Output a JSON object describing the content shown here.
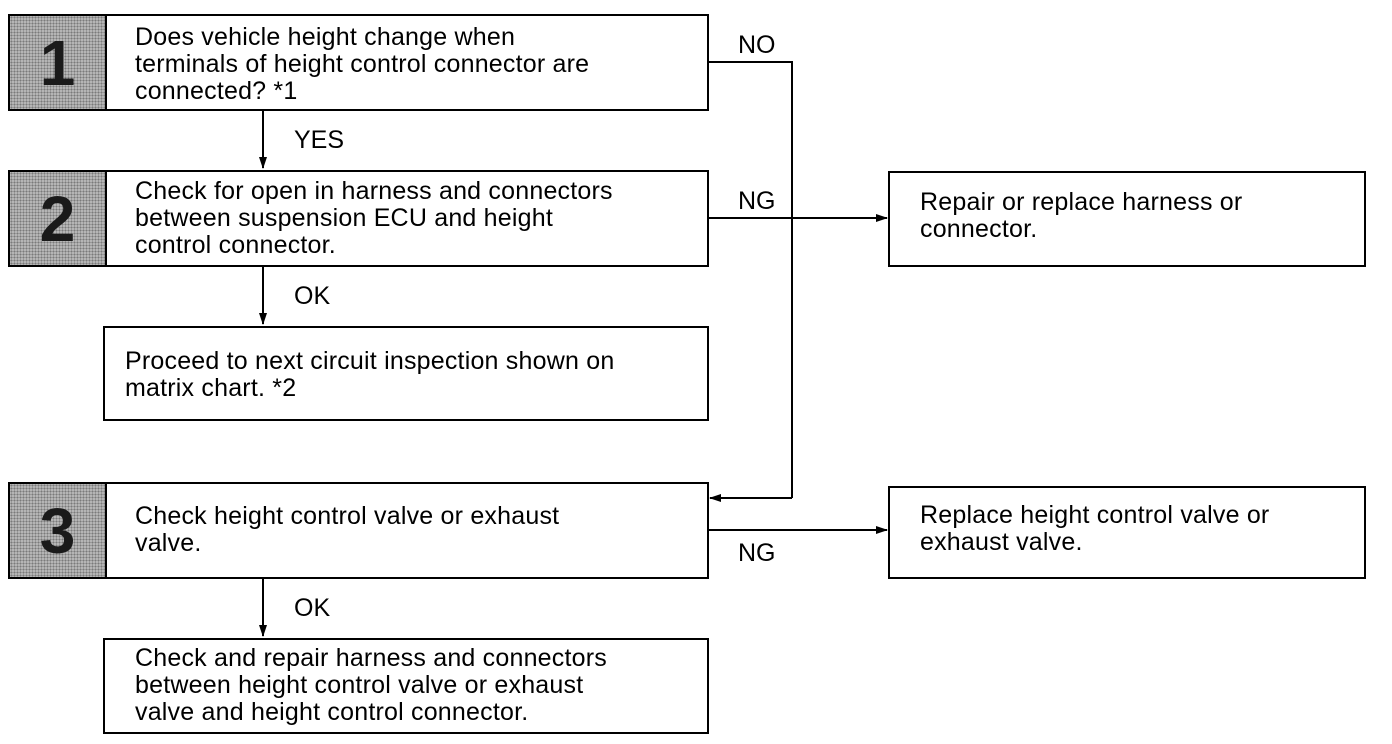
{
  "steps": [
    {
      "number": "1",
      "text": "Does vehicle height change when\nterminals of height control connector are\nconnected? *1"
    },
    {
      "number": "2",
      "text": "Check for open in harness and connectors\nbetween suspension ECU and height\ncontrol connector."
    },
    {
      "number": "3",
      "text": "Check height control valve or exhaust\nvalve."
    }
  ],
  "outcomes": {
    "proceed": "Proceed to next circuit inspection shown on\nmatrix chart.   *2",
    "check_repair": "Check and repair harness and connectors\nbetween height control valve or exhaust\nvalve and height control connector.",
    "repair_replace": "Repair or replace harness or\nconnector.",
    "replace_valve": "Replace height control valve or\nexhaust valve."
  },
  "labels": {
    "no": "NO",
    "yes": "YES",
    "ng_step2": "NG",
    "ok_step2": "OK",
    "ng_step3": "NG",
    "ok_step3": "OK"
  }
}
